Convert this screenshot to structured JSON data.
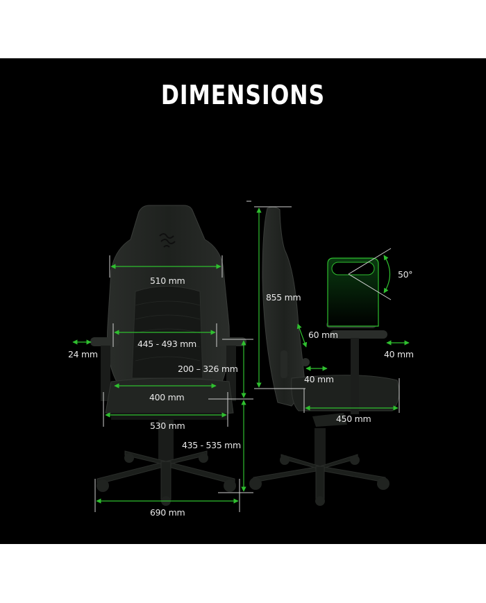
{
  "title": "DIMENSIONS",
  "colors": {
    "background": "#000000",
    "page_border": "#ffffff",
    "measure_line": "#2fbf2f",
    "guide_line": "#cfcfcf",
    "text": "#e8e8e8",
    "chair": "#1c1e1c"
  },
  "front_view": {
    "backrest_width": "510 mm",
    "lumbar_width": "445 - 493 mm",
    "armrest_lateral": "24 mm",
    "armrest_height_above_seat": "200 – 326 mm",
    "seat_width_inner": "400 mm",
    "seat_width_outer": "530 mm",
    "seat_height": "435 - 535 mm",
    "base_width": "690 mm"
  },
  "side_view": {
    "backrest_height": "855 mm",
    "armrest_vertical": "60 mm",
    "armrest_depth_adjust": "40 mm",
    "armrest_forward": "40 mm",
    "seat_depth": "450 mm",
    "armrest_rotation": "50°"
  }
}
